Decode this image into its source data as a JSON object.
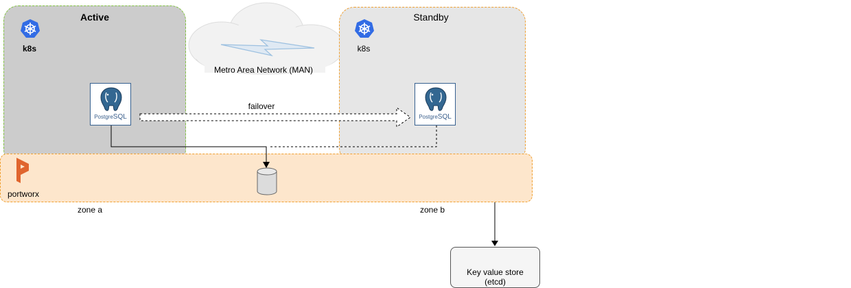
{
  "zones": {
    "active": {
      "title": "Active",
      "k8s_label": "k8s"
    },
    "standby": {
      "title": "Standby",
      "k8s_label": "k8s"
    }
  },
  "network": {
    "label": "Metro Area Network (MAN)"
  },
  "failover": {
    "label": "failover"
  },
  "postgres": {
    "label_prefix": "Postgre",
    "label_suffix": "SQL"
  },
  "storage": {
    "label": "portworx",
    "zone_a": "zone a",
    "zone_b": "zone b"
  },
  "kv_store": {
    "line1": "Key value store",
    "line2": "(etcd)"
  },
  "colors": {
    "active_zone_fill": "#cccccc",
    "active_zone_border": "#82c341",
    "standby_zone_fill": "#e6e6e6",
    "zone_border_orange": "#f0a030",
    "storage_fill": "#fde6cc",
    "k8s_blue": "#326ce5",
    "portworx_orange": "#e0652e",
    "postgres_blue": "#336791"
  },
  "icons": [
    "kubernetes-icon",
    "postgresql-icon",
    "portworx-icon",
    "cloud-icon",
    "lightning-icon",
    "database-cylinder-icon"
  ]
}
